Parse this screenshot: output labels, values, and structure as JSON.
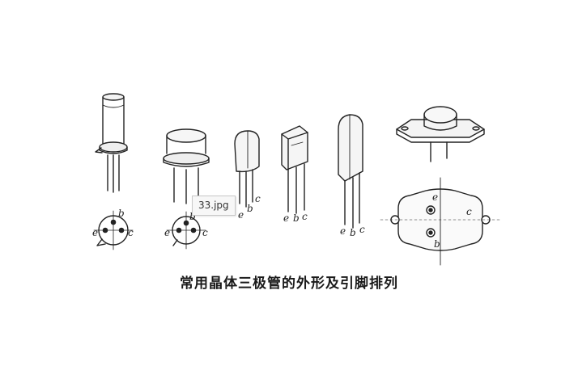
{
  "caption": "常用晶体三极管的外形及引脚排列",
  "tooltip": "33.jpg",
  "pin_labels": {
    "e": "e",
    "b": "b",
    "c": "c"
  }
}
